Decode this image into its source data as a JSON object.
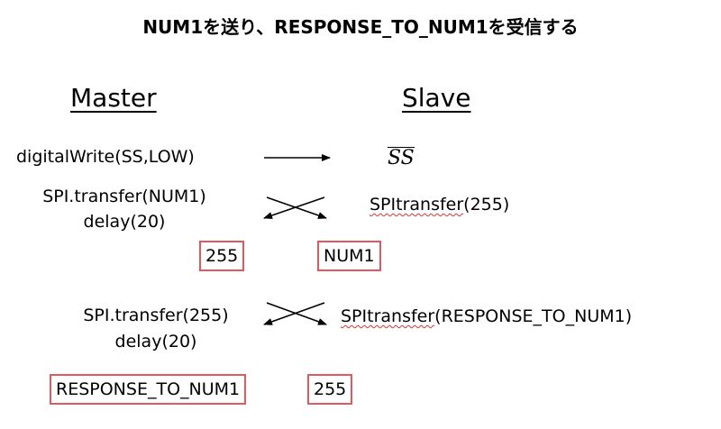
{
  "title": "NUM1を送り、RESPONSE_TO_NUM1を受信する",
  "master_heading": "Master",
  "slave_heading": "Slave",
  "row1": {
    "master": "digitalWrite(SS,LOW)",
    "slave": "SS"
  },
  "row2": {
    "master_line1": "SPI.transfer(NUM1)",
    "master_line2": "delay(20)",
    "slave_prefix": "SPItransfer",
    "slave_suffix": "(255)"
  },
  "row2_results": {
    "master_box": "255",
    "slave_box": "NUM1"
  },
  "row3": {
    "master_line1": "SPI.transfer(255)",
    "master_line2": "delay(20)",
    "slave_prefix": "SPItransfer",
    "slave_suffix": "(RESPONSE_TO_NUM1)"
  },
  "row3_results": {
    "master_box": "RESPONSE_TO_NUM1",
    "slave_box": "255"
  },
  "colors": {
    "box_border": "#e0595e",
    "squiggle": "#dd3333"
  }
}
